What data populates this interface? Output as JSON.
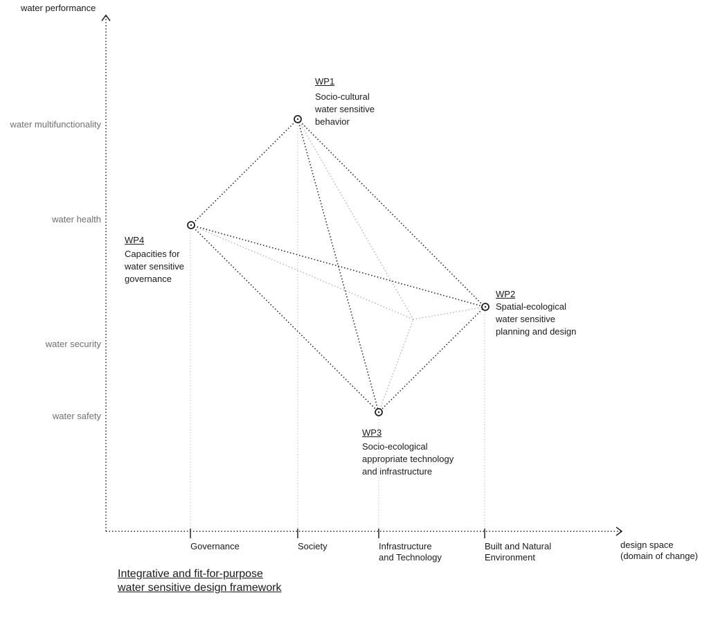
{
  "axes": {
    "y_title": "water performance",
    "x_title": "design space\n(domain of change)",
    "y_levels": [
      "water multifunctionality",
      "water health",
      "water security",
      "water safety"
    ],
    "x_categories": [
      "Governance",
      "Society",
      "Infrastructure\nand Technology",
      "Built and Natural\nEnvironment"
    ]
  },
  "work_packages": [
    {
      "id": "WP1",
      "description": "Socio-cultural\nwater sensitive\nbehavior"
    },
    {
      "id": "WP2",
      "description": "Spatial-ecological\nwater sensitive\nplanning and design"
    },
    {
      "id": "WP3",
      "description": "Socio-ecological\nappropriate technology\nand infrastructure"
    },
    {
      "id": "WP4",
      "description": "Capacities for\nwater sensitive\ngovernance"
    }
  ],
  "caption": "Integrative and fit-for-purpose\nwater sensitive design framework",
  "colors": {
    "strong_line": "#222222",
    "light_line": "#b5b5b5",
    "muted_text": "#6f6f6f"
  }
}
